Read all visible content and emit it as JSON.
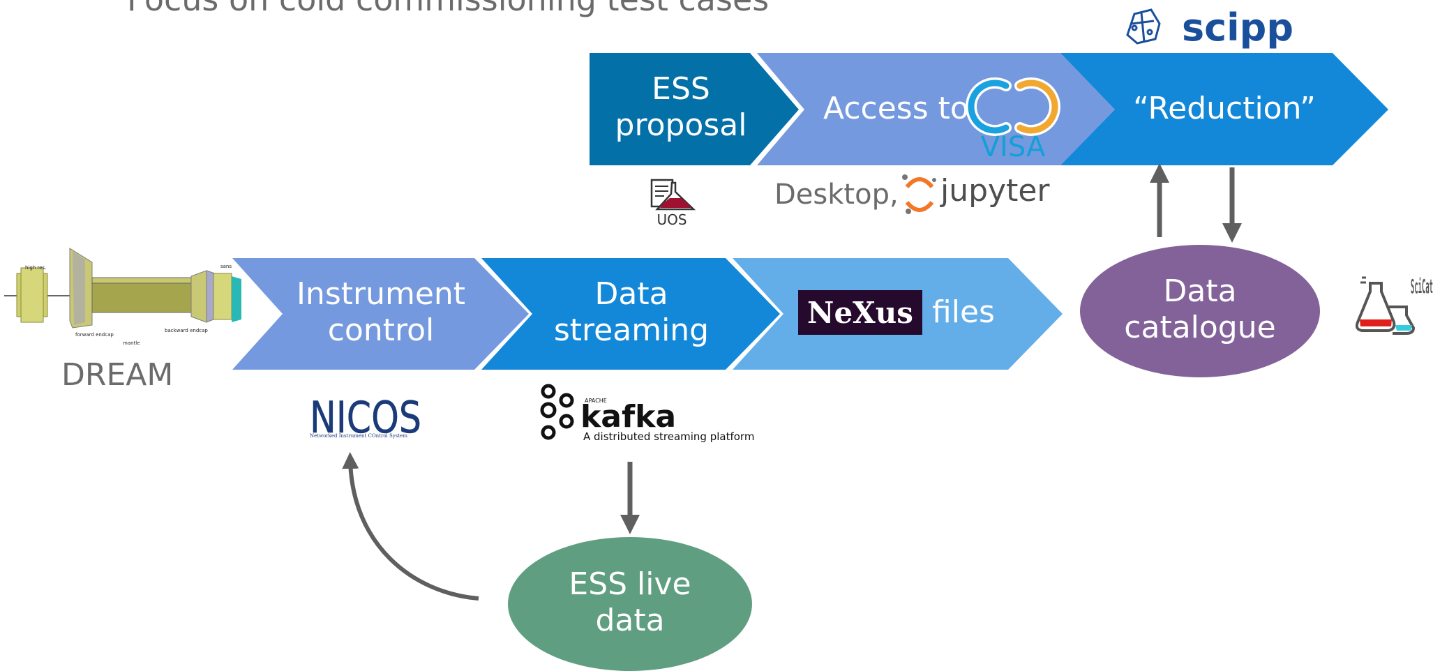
{
  "title": "Focus on cold commissioning test cases",
  "top_chain": {
    "ess_proposal": "ESS\nproposal",
    "access_to": "Access to",
    "visa_logo_text": "VISA",
    "reduction": "“Reduction”"
  },
  "top_sublabels": {
    "uos_logo_text": "UOS",
    "desktop": "Desktop,",
    "jupyter_logo_text": "jupyter"
  },
  "scipp_logo_text": "scipp",
  "bottom_chain": {
    "instrument_control": "Instrument\ncontrol",
    "data_streaming": "Data\nstreaming",
    "nexus_logo_text": "NeXus",
    "files": "files"
  },
  "data_catalogue": "Data\ncatalogue",
  "scicat_logo_text": "SciCat",
  "live_data": "ESS live\ndata",
  "dream": {
    "caption": "DREAM",
    "labels": [
      "high res.",
      "forward endcap",
      "mantle",
      "backward endcap",
      "sans"
    ]
  },
  "nicos": {
    "logo_text": "NICOS",
    "subtitle": "Networked Instrument COntrol System"
  },
  "kafka": {
    "apache": "APACHE",
    "logo_text": "kafka",
    "subtitle": "A distributed streaming platform"
  },
  "colors": {
    "dark_blue": "#0470a8",
    "mid_blue": "#1387d8",
    "periwinkle": "#7599de",
    "light_blue": "#63ade8",
    "purple": "#826299",
    "green": "#5f9e80",
    "arrow_gray": "#5f5f5f"
  }
}
